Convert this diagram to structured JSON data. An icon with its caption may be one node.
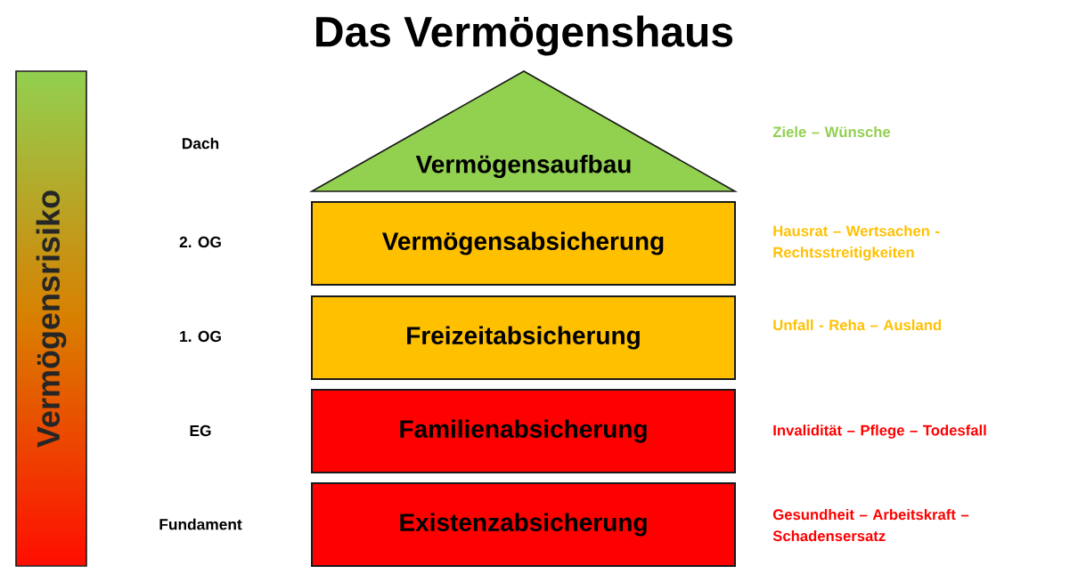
{
  "diagram": {
    "title": "Das Vermögenshaus",
    "nodes": [
      {
        "text": [
          "Vermögensrisiko"
        ]
      },
      {
        "text": [
          "Vermögensaufbau"
        ],
        "beside": [
          "Ziele – Wünsche"
        ]
      },
      {
        "text": [
          "Vermögensabsicherung"
        ],
        "beside": [
          "Hausrat – Wertsachen - Rechtsstreitigkeiten"
        ]
      },
      {
        "text": [
          "Freizeitabsicherung"
        ],
        "beside": [
          "Unfall - Reha – Ausland"
        ]
      },
      {
        "text": [
          "Familienabsicherung"
        ],
        "beside": [
          "Invalidität – Pflege – Todesfall"
        ]
      },
      {
        "text": [
          "Existenzabsicherung"
        ],
        "beside": [
          "Gesundheit – Arbeitskraft – Schadensersatz"
        ]
      }
    ],
    "labels": [
      "Dach",
      "2. OG",
      "1. OG",
      "EG",
      "Fundament"
    ]
  }
}
